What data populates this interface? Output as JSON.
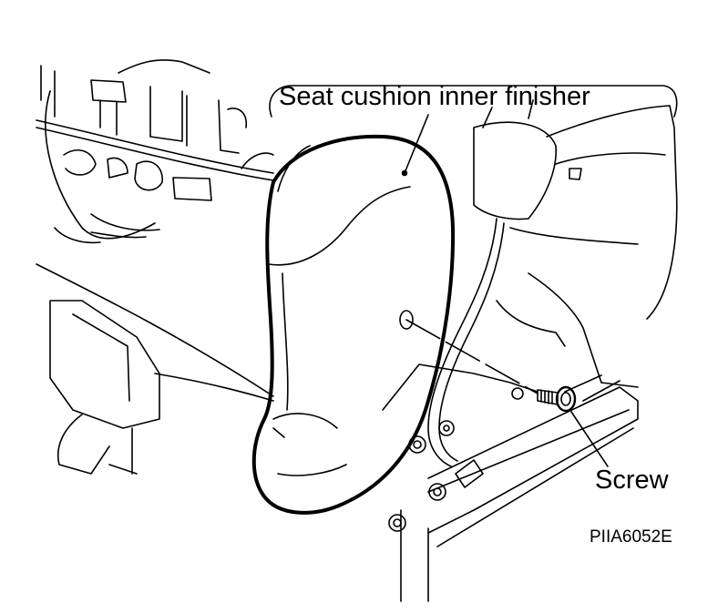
{
  "labels": {
    "part": "Seat cushion inner finisher",
    "fastener": "Screw",
    "figure_code": "PIIA6052E"
  }
}
